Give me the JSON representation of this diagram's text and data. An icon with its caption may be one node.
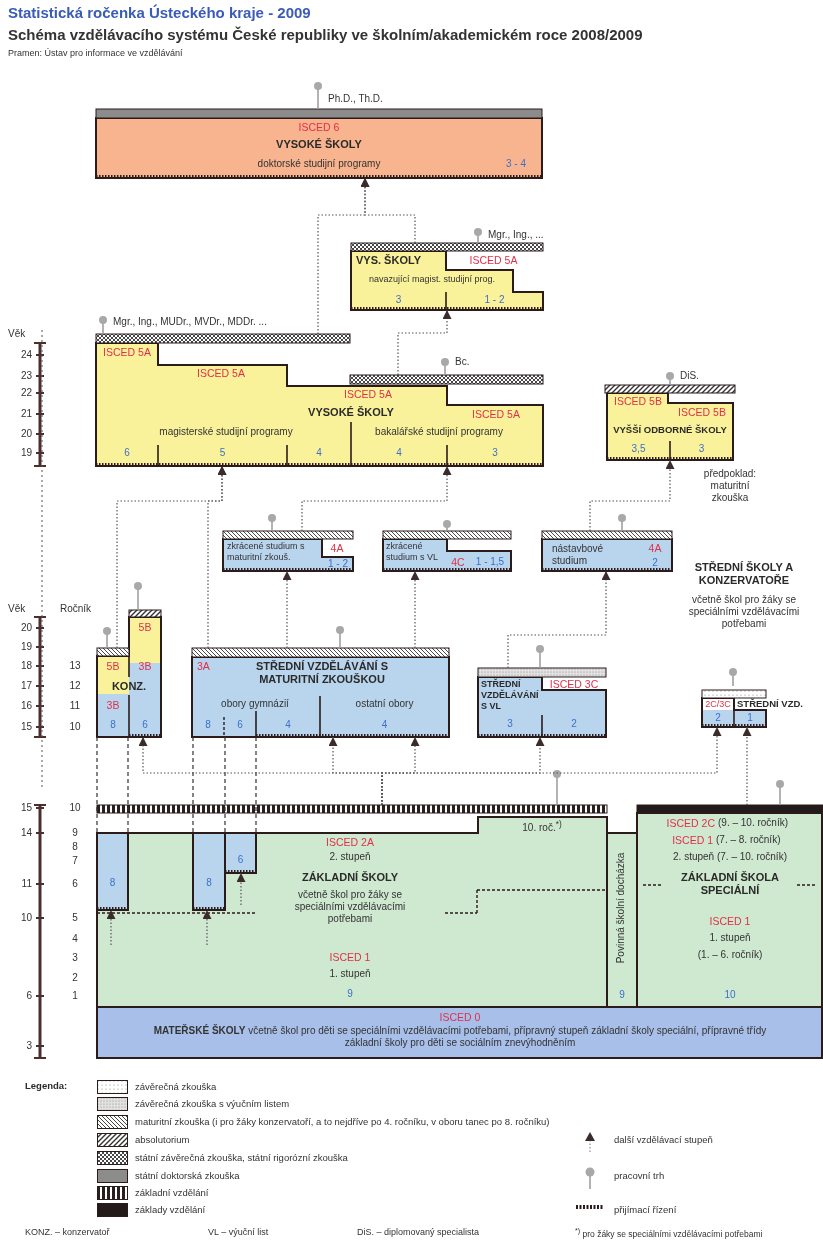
{
  "diagram": {
    "title": "Schéma vzdělávacího systému České republiky ve školním/akademickém roce 2008/2009",
    "nodes": [
      {
        "text": [
          "ISCED 6",
          "VYSOKÉ ŠKOLY",
          "doktorské studijní programy",
          "3 - 4"
        ],
        "beside": [
          "Ph.D., Th.D."
        ]
      },
      {
        "text": [
          "VYS. ŠKOLY",
          "ISCED 5A",
          "navazující magist. studijní prog.",
          "3",
          "1 - 2"
        ],
        "beside": [
          "Mgr., Ing., ..."
        ]
      },
      {
        "text": [
          "ISCED 5A",
          "ISCED 5A",
          "ISCED 5A",
          "VYSOKÉ ŠKOLY",
          "ISCED 5A",
          "magisterské studijní programy",
          "bakalářské studijní programy",
          "6",
          "5",
          "4",
          "4",
          "3"
        ],
        "beside": [
          "Mgr., Ing., MUDr., MVDr., MDDr. ...",
          "Bc."
        ]
      },
      {
        "text": [
          "ISCED 5B",
          "ISCED 5B",
          "VYŠŠÍ ODBORNÉ ŠKOLY",
          "3,5",
          "3"
        ],
        "beside": [
          "DiS.",
          "předpoklad: maturitní zkouška"
        ]
      },
      {
        "text": [
          "zkrácené studium s maturitní zkouš.",
          "4A",
          "1 - 2"
        ]
      },
      {
        "text": [
          "zkrácené studium s VL",
          "4C",
          "1 - 1,5"
        ]
      },
      {
        "text": [
          "nástavbové studium",
          "4A",
          "2"
        ]
      },
      {
        "text": [
          "5B",
          "5B",
          "3B",
          "KONZ.",
          "3B",
          "8",
          "6"
        ]
      },
      {
        "text": [
          "3A",
          "STŘEDNÍ VZDĚLÁVÁNÍ S MATURITNÍ ZKOUŠKOU",
          "obory gymnázií",
          "ostatní obory",
          "8",
          "6",
          "4",
          "4"
        ]
      },
      {
        "text": [
          "STŘEDNÍ VZDĚLÁVÁNÍ S VL",
          "ISCED 3C",
          "3",
          "2"
        ]
      },
      {
        "text": [
          "2C/3C",
          "2",
          "1"
        ],
        "beside": [
          "STŘEDNÍ VZD."
        ]
      },
      {
        "text": [
          "10. roč.$^{*)}$",
          "ISCED 2A",
          "2. stupeň",
          "ZÁKLADNÍ ŠKOLY",
          "včetně škol pro žáky se speciálními vzdělávacími potřebami",
          "ISCED 1",
          "1. stupeň",
          "9"
        ]
      },
      {
        "text": [
          "Povinná školní docházka",
          "9"
        ]
      },
      {
        "text": [
          "ISCED 2C",
          "(9. – 10. ročník)",
          "ISCED 1",
          "(7. – 8. ročník)",
          "2. stupeň (7. – 10. ročník)",
          "ZÁKLADNÍ ŠKOLA SPECIÁLNÍ",
          "ISCED 1",
          "1. stupeň",
          "(1. – 6. ročník)",
          "10"
        ]
      },
      {
        "text": [
          "ISCED 0",
          "**MATEŘSKÉ ŠKOLY** včetně škol pro děti se speciálními vzdělávacími potřebami, přípravný stupeň základní školy speciální, přípravné třídy základní školy pro děti se sociálním znevýhodněním"
        ]
      },
      {
        "text": [
          "8"
        ],
        "in": 11
      },
      {
        "text": [
          "8"
        ],
        "in": 11
      },
      {
        "text": [
          "6"
        ],
        "in": 11
      }
    ],
    "edges": [
      {
        "from": 2,
        "to": 0,
        "arrow": "to"
      },
      {
        "from": 1,
        "to": 0,
        "arrow": "to"
      },
      {
        "from": 2,
        "to": 1,
        "arrow": "to"
      },
      {
        "from": 7,
        "to": 2,
        "arrow": "to"
      },
      {
        "from": 8,
        "to": 2,
        "arrow": "to"
      },
      {
        "from": 4,
        "to": 2,
        "arrow": "to"
      },
      {
        "from": 6,
        "to": 3,
        "arrow": "to"
      },
      {
        "from": 8,
        "to": 4,
        "arrow": "to"
      },
      {
        "from": 8,
        "to": 5,
        "arrow": "to"
      },
      {
        "from": 9,
        "to": 6,
        "arrow": "to"
      },
      {
        "from": 11,
        "to": 7,
        "arrow": "to"
      },
      {
        "from": 11,
        "to": 8,
        "arrow": "to"
      },
      {
        "from": 11,
        "to": 8,
        "arrow": "to"
      },
      {
        "from": 11,
        "to": 9,
        "arrow": "to"
      },
      {
        "from": 11,
        "to": 10,
        "arrow": "to"
      },
      {
        "from": 13,
        "to": 10,
        "arrow": "to"
      },
      {
        "from": null,
        "to": 15,
        "arrow": "to"
      },
      {
        "from": null,
        "to": 16,
        "arrow": "to"
      },
      {
        "from": null,
        "to": 17,
        "arrow": "to"
      }
    ],
    "labels": [
      "Statistická ročenka Ústeckého kraje - 2009",
      "Pramen: Ústav pro informace ve vzdělávání",
      "Věk",
      "24",
      "23",
      "22",
      "21",
      "20",
      "19",
      "STŘEDNÍ ŠKOLY A KONZERVATOŘE",
      "včetně škol pro žáky se speciálními vzdělávacími potřebami",
      "Věk",
      "Ročník",
      "20",
      "19",
      "18",
      "13",
      "17",
      "12",
      "16",
      "11",
      "15",
      "10",
      "15",
      "10",
      "14",
      "9",
      "8",
      "7",
      "11",
      "6",
      "10",
      "5",
      "4",
      "3",
      "2",
      "6",
      "1",
      "3",
      "Legenda:",
      "KONZ. – konzervatoř",
      "VL – výuční list",
      "DiS. – diplomovaný specialista",
      "$^{*)}$ pro žáky se speciálními vzdělávacími potřebami"
    ],
    "legend": [
      {
        "text": "závěrečná zkouška"
      },
      {
        "text": "závěrečná zkouška s výučním listem"
      },
      {
        "text": "maturitní zkouška (i pro žáky konzervatoří, a to nejdříve po 4. ročníku, v oboru tanec po 8. ročníku)"
      },
      {
        "text": "absolutorium"
      },
      {
        "text": "další vzdělávací stupeň"
      },
      {
        "text": "státní závěrečná zkouška, státní rigorózní zkouška"
      },
      {
        "text": "státní doktorská zkouška",
        "color": "#8c8c8c"
      },
      {
        "text": "pracovní trh"
      },
      {
        "text": "základní vzdělání"
      },
      {
        "text": "základy vzdělání",
        "color": "#231a1a"
      },
      {
        "text": "přijímací řízení"
      }
    ]
  }
}
